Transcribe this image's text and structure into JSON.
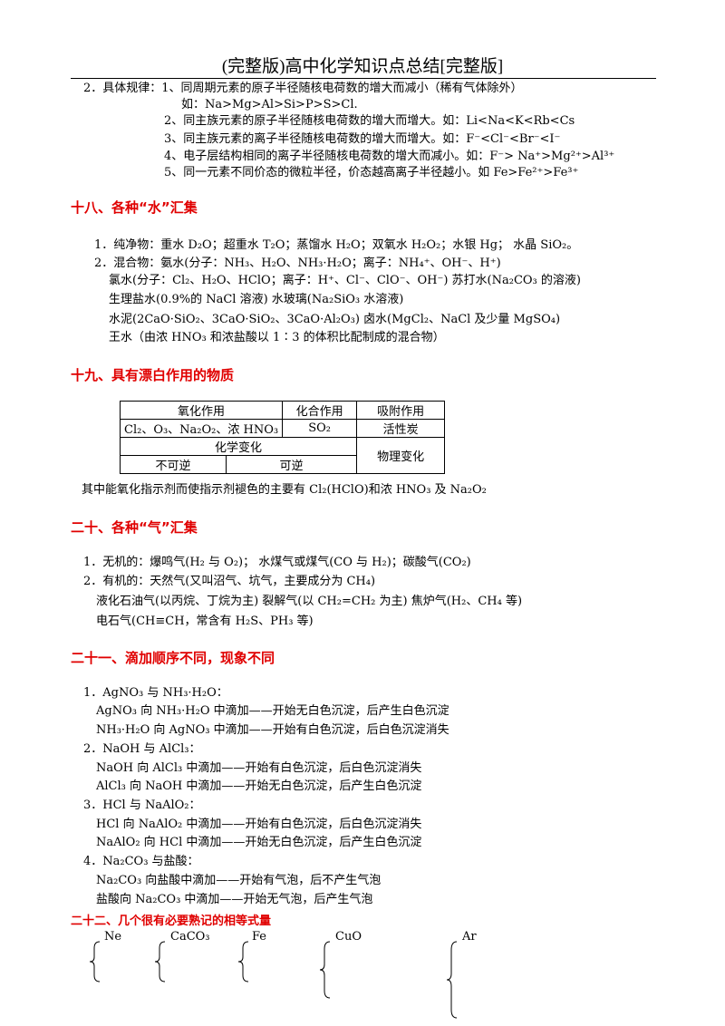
{
  "header": {
    "title": "(完整版)高中化学知识点总结[完整版]"
  },
  "radius_rules": {
    "rule2_head": "2．具体规律：1、同周期元素的原子半径随核电荷数的增大而减小（稀有气体除外）",
    "rule2_example": "如：Na>Mg>Al>Si>P>S>Cl.",
    "item2": "2、同主族元素的原子半径随核电荷数的增大而增大。如：Li<Na<K<Rb<Cs",
    "item3": "3、同主族元素的离子半径随核电荷数的增大而增大。如：F⁻<Cl⁻<Br⁻<I⁻",
    "item4": "4、电子层结构相同的离子半径随核电荷数的增大而减小。如：F⁻> Na⁺>Mg²⁺>Al³⁺",
    "item5": "5、同一元素不同价态的微粒半径，价态越高离子半径越小。如 Fe>Fe²⁺>Fe³⁺"
  },
  "section18": {
    "heading": "十八、各种“水”汇集",
    "line1": "1．纯净物：重水 D₂O；超重水 T₂O；蒸馏水 H₂O；双氧水 H₂O₂；水银 Hg；     水晶 SiO₂。",
    "line2": "2．混合物：氨水(分子：NH₃、H₂O、NH₃·H₂O；离子：NH₄⁺、OH⁻、H⁺)",
    "line3": "氯水(分子：Cl₂、H₂O、HClO；离子：H⁺、Cl⁻、ClO⁻、OH⁻)          苏打水(Na₂CO₃ 的溶液)",
    "line4": "生理盐水(0.9%的 NaCl 溶液)          水玻璃(Na₂SiO₃ 水溶液)",
    "line5": "水泥(2CaO·SiO₂、3CaO·SiO₂、3CaO·Al₂O₃)          卤水(MgCl₂、NaCl 及少量 MgSO₄)",
    "line6": "王水（由浓 HNO₃ 和浓盐酸以 1∶3 的体积比配制成的混合物）"
  },
  "section19": {
    "heading": "十九、具有漂白作用的物质",
    "table": {
      "h_oxidation": "氧化作用",
      "h_combination": "化合作用",
      "h_adsorption": "吸附作用",
      "v_oxidation": "Cl₂、O₃、Na₂O₂、浓 HNO₃",
      "v_combination": "SO₂",
      "v_adsorption": "活性炭",
      "chemical_change": "化学变化",
      "physical_change": "物理变化",
      "irreversible": "不可逆",
      "reversible": "可逆"
    },
    "note": "其中能氧化指示剂而使指示剂褪色的主要有 Cl₂(HClO)和浓 HNO₃ 及 Na₂O₂"
  },
  "section20": {
    "heading": "二十、各种“气”汇集",
    "line1": "1．无机的：爆鸣气(H₂ 与 O₂)；      水煤气或煤气(CO 与 H₂)；碳酸气(CO₂)",
    "line2": "2．有机的：天然气(又叫沼气、坑气，主要成分为 CH₄)",
    "line3": "液化石油气(以丙烷、丁烷为主) 裂解气(以 CH₂=CH₂ 为主) 焦炉气(H₂、CH₄ 等)",
    "line4": "电石气(CH≡CH，常含有 H₂S、PH₃ 等)"
  },
  "section21": {
    "heading": "二十一、滴加顺序不同，现象不同",
    "items": [
      {
        "title": "1．AgNO₃ 与 NH₃·H₂O：",
        "a": "AgNO₃ 向 NH₃·H₂O 中滴加——开始无白色沉淀，后产生白色沉淀",
        "b": "NH₃·H₂O 向 AgNO₃ 中滴加——开始有白色沉淀，后白色沉淀消失"
      },
      {
        "title": "2．NaOH 与 AlCl₃：",
        "a": "NaOH 向 AlCl₃ 中滴加——开始有白色沉淀，后白色沉淀消失",
        "b": "AlCl₃ 向 NaOH 中滴加——开始无白色沉淀，后产生白色沉淀"
      },
      {
        "title": "3．HCl 与 NaAlO₂：",
        "a": "HCl 向 NaAlO₂ 中滴加——开始有白色沉淀，后白色沉淀消失",
        "b": "NaAlO₂ 向 HCl 中滴加——开始无白色沉淀，后产生白色沉淀"
      },
      {
        "title": "4．Na₂CO₃ 与盐酸：",
        "a": "Na₂CO₃ 向盐酸中滴加——开始有气泡，后不产生气泡",
        "b": "盐酸向 Na₂CO₃ 中滴加——开始无气泡，后产生气泡"
      }
    ]
  },
  "section22": {
    "heading": "二十二、几个很有必要熟记的相等式量",
    "items": [
      "Ne",
      "CaCO₃",
      "Fe",
      "CuO",
      "Ar"
    ]
  }
}
